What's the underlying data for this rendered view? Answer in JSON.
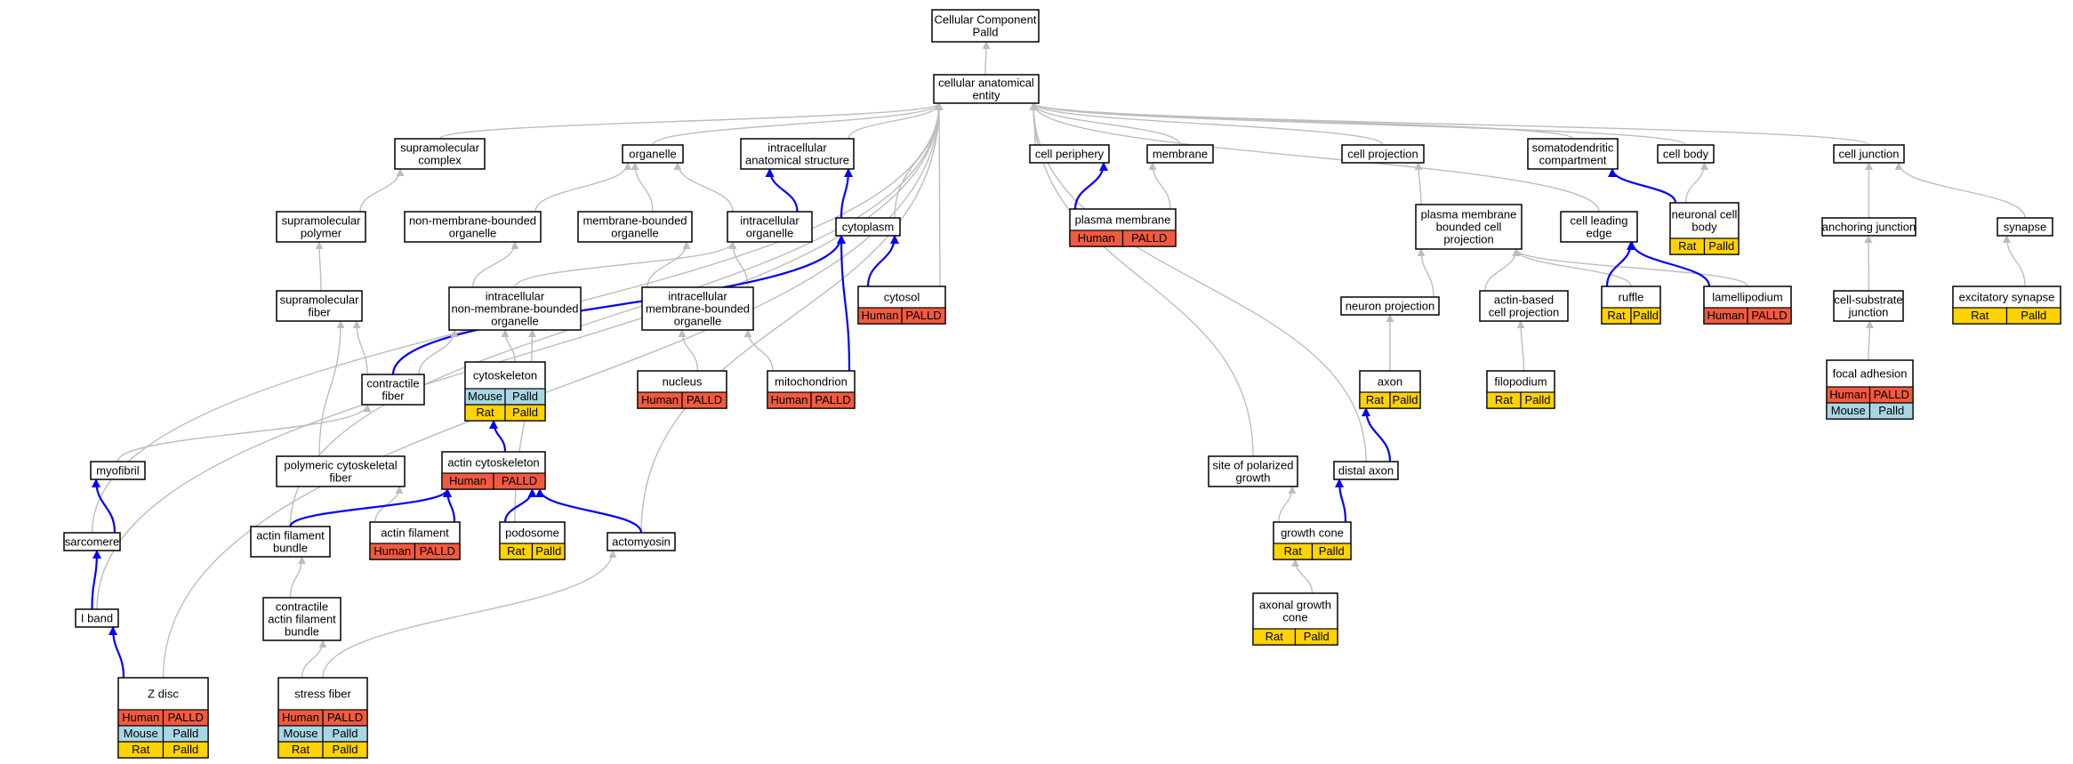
{
  "colors": {
    "human": "#f15a3f",
    "mouse": "#a9d6e5",
    "rat": "#ffd300",
    "edge_gray": "#bdbdbd",
    "edge_blue": "#0000ff"
  },
  "nodes": {
    "root": {
      "lines": [
        "Cellular Component",
        "Palld"
      ]
    },
    "cae": {
      "lines": [
        "cellular anatomical",
        "entity"
      ]
    },
    "supcomplex": {
      "lines": [
        "supramolecular",
        "complex"
      ]
    },
    "organelle": {
      "lines": [
        "organelle"
      ]
    },
    "ias": {
      "lines": [
        "intracellular",
        "anatomical structure"
      ]
    },
    "periphery": {
      "lines": [
        "cell periphery"
      ]
    },
    "membrane": {
      "lines": [
        "membrane"
      ]
    },
    "projection": {
      "lines": [
        "cell projection"
      ]
    },
    "somato": {
      "lines": [
        "somatodendritic",
        "compartment"
      ]
    },
    "cellbody": {
      "lines": [
        "cell body"
      ]
    },
    "junction": {
      "lines": [
        "cell junction"
      ]
    },
    "suppolymer": {
      "lines": [
        "supramolecular",
        "polymer"
      ]
    },
    "nmbo": {
      "lines": [
        "non-membrane-bounded",
        "organelle"
      ]
    },
    "mbo": {
      "lines": [
        "membrane-bounded",
        "organelle"
      ]
    },
    "intorg": {
      "lines": [
        "intracellular",
        "organelle"
      ]
    },
    "cytoplasm": {
      "lines": [
        "cytoplasm"
      ]
    },
    "plasmamem": {
      "lines": [
        "plasma membrane"
      ],
      "species": [
        [
          "Human",
          "PALLD"
        ]
      ]
    },
    "pmbcp": {
      "lines": [
        "plasma membrane",
        "bounded cell",
        "projection"
      ]
    },
    "leading": {
      "lines": [
        "cell leading",
        "edge"
      ]
    },
    "ncb": {
      "lines": [
        "neuronal cell",
        "body"
      ],
      "species": [
        [
          "Rat",
          "Palld"
        ]
      ]
    },
    "anchoring": {
      "lines": [
        "anchoring junction"
      ]
    },
    "synapse": {
      "lines": [
        "synapse"
      ]
    },
    "supfiber": {
      "lines": [
        "supramolecular",
        "fiber"
      ]
    },
    "inmbo": {
      "lines": [
        "intracellular",
        "non-membrane-bounded",
        "organelle"
      ]
    },
    "imbo": {
      "lines": [
        "intracellular",
        "membrane-bounded",
        "organelle"
      ]
    },
    "cytosol": {
      "lines": [
        "cytosol"
      ],
      "species": [
        [
          "Human",
          "PALLD"
        ]
      ]
    },
    "neuronproj": {
      "lines": [
        "neuron projection"
      ]
    },
    "actinproj": {
      "lines": [
        "actin-based",
        "cell projection"
      ]
    },
    "ruffle": {
      "lines": [
        "ruffle"
      ],
      "species": [
        [
          "Rat",
          "Palld"
        ]
      ]
    },
    "lamelli": {
      "lines": [
        "lamellipodium"
      ],
      "species": [
        [
          "Human",
          "PALLD"
        ]
      ]
    },
    "csj": {
      "lines": [
        "cell-substrate",
        "junction"
      ]
    },
    "excsyn": {
      "lines": [
        "excitatory synapse"
      ],
      "species": [
        [
          "Rat",
          "Palld"
        ]
      ]
    },
    "contractile": {
      "lines": [
        "contractile",
        "fiber"
      ]
    },
    "cytoskeleton": {
      "lines": [
        "cytoskeleton"
      ],
      "species": [
        [
          "Mouse",
          "Palld"
        ],
        [
          "Rat",
          "Palld"
        ]
      ]
    },
    "nucleus": {
      "lines": [
        "nucleus"
      ],
      "species": [
        [
          "Human",
          "PALLD"
        ]
      ]
    },
    "mito": {
      "lines": [
        "mitochondrion"
      ],
      "species": [
        [
          "Human",
          "PALLD"
        ]
      ]
    },
    "axon": {
      "lines": [
        "axon"
      ],
      "species": [
        [
          "Rat",
          "Palld"
        ]
      ]
    },
    "filopodium": {
      "lines": [
        "filopodium"
      ],
      "species": [
        [
          "Rat",
          "Palld"
        ]
      ]
    },
    "focal": {
      "lines": [
        "focal adhesion"
      ],
      "species": [
        [
          "Human",
          "PALLD"
        ],
        [
          "Mouse",
          "Palld"
        ]
      ]
    },
    "myofibril": {
      "lines": [
        "myofibril"
      ]
    },
    "pcf": {
      "lines": [
        "polymeric cytoskeletal",
        "fiber"
      ]
    },
    "actincyto": {
      "lines": [
        "actin cytoskeleton"
      ],
      "species": [
        [
          "Human",
          "PALLD"
        ]
      ]
    },
    "spg": {
      "lines": [
        "site of polarized",
        "growth"
      ]
    },
    "distal": {
      "lines": [
        "distal axon"
      ]
    },
    "sarcomere": {
      "lines": [
        "sarcomere"
      ]
    },
    "afb": {
      "lines": [
        "actin filament",
        "bundle"
      ]
    },
    "actinfil": {
      "lines": [
        "actin filament"
      ],
      "species": [
        [
          "Human",
          "PALLD"
        ]
      ]
    },
    "podosome": {
      "lines": [
        "podosome"
      ],
      "species": [
        [
          "Rat",
          "Palld"
        ]
      ]
    },
    "actomyosin": {
      "lines": [
        "actomyosin"
      ]
    },
    "growthcone": {
      "lines": [
        "growth cone"
      ],
      "species": [
        [
          "Rat",
          "Palld"
        ]
      ]
    },
    "iband": {
      "lines": [
        "I band"
      ]
    },
    "cafb": {
      "lines": [
        "contractile",
        "actin filament",
        "bundle"
      ]
    },
    "agc": {
      "lines": [
        "axonal growth",
        "cone"
      ],
      "species": [
        [
          "Rat",
          "Palld"
        ]
      ]
    },
    "zdisc": {
      "lines": [
        "Z disc"
      ],
      "species": [
        [
          "Human",
          "PALLD"
        ],
        [
          "Mouse",
          "Palld"
        ],
        [
          "Rat",
          "Palld"
        ]
      ]
    },
    "stress": {
      "lines": [
        "stress fiber"
      ],
      "species": [
        [
          "Human",
          "PALLD"
        ],
        [
          "Mouse",
          "Palld"
        ],
        [
          "Rat",
          "Palld"
        ]
      ]
    }
  },
  "edges": [
    {
      "from": "cae",
      "to": "root",
      "style": "gray"
    },
    {
      "from": "supcomplex",
      "to": "cae",
      "style": "gray"
    },
    {
      "from": "organelle",
      "to": "cae",
      "style": "gray"
    },
    {
      "from": "ias",
      "to": "cae",
      "style": "gray"
    },
    {
      "from": "periphery",
      "to": "cae",
      "style": "gray"
    },
    {
      "from": "membrane",
      "to": "cae",
      "style": "gray"
    },
    {
      "from": "projection",
      "to": "cae",
      "style": "gray"
    },
    {
      "from": "somato",
      "to": "cae",
      "style": "gray"
    },
    {
      "from": "cellbody",
      "to": "cae",
      "style": "gray"
    },
    {
      "from": "junction",
      "to": "cae",
      "style": "gray"
    },
    {
      "from": "cytoplasm",
      "to": "cae",
      "style": "gray"
    },
    {
      "from": "cytosol",
      "to": "cae",
      "style": "gray"
    },
    {
      "from": "actomyosin",
      "to": "cae",
      "style": "gray"
    },
    {
      "from": "distal",
      "to": "cae",
      "style": "gray"
    },
    {
      "from": "spg",
      "to": "cae",
      "style": "gray"
    },
    {
      "from": "zdisc",
      "to": "cae",
      "style": "gray"
    },
    {
      "from": "afb",
      "to": "cae",
      "style": "gray"
    },
    {
      "from": "sarcomere",
      "to": "cae",
      "style": "gray"
    },
    {
      "from": "iband",
      "to": "cae",
      "style": "gray"
    },
    {
      "from": "leading",
      "to": "cae",
      "style": "gray"
    },
    {
      "from": "suppolymer",
      "to": "supcomplex",
      "style": "gray"
    },
    {
      "from": "nmbo",
      "to": "organelle",
      "style": "gray"
    },
    {
      "from": "mbo",
      "to": "organelle",
      "style": "gray"
    },
    {
      "from": "intorg",
      "to": "organelle",
      "style": "gray"
    },
    {
      "from": "intorg",
      "to": "ias",
      "style": "blue"
    },
    {
      "from": "cytoplasm",
      "to": "ias",
      "style": "blue"
    },
    {
      "from": "plasmamem",
      "to": "periphery",
      "style": "blue"
    },
    {
      "from": "plasmamem",
      "to": "membrane",
      "style": "gray"
    },
    {
      "from": "pmbcp",
      "to": "projection",
      "style": "gray"
    },
    {
      "from": "ncb",
      "to": "somato",
      "style": "blue"
    },
    {
      "from": "ncb",
      "to": "cellbody",
      "style": "gray"
    },
    {
      "from": "anchoring",
      "to": "junction",
      "style": "gray"
    },
    {
      "from": "synapse",
      "to": "junction",
      "style": "gray"
    },
    {
      "from": "supfiber",
      "to": "suppolymer",
      "style": "gray"
    },
    {
      "from": "inmbo",
      "to": "nmbo",
      "style": "gray"
    },
    {
      "from": "inmbo",
      "to": "intorg",
      "style": "gray"
    },
    {
      "from": "imbo",
      "to": "mbo",
      "style": "gray"
    },
    {
      "from": "imbo",
      "to": "intorg",
      "style": "gray"
    },
    {
      "from": "cytosol",
      "to": "cytoplasm",
      "style": "blue"
    },
    {
      "from": "mito",
      "to": "cytoplasm",
      "style": "blue"
    },
    {
      "from": "contractile",
      "to": "cytoplasm",
      "style": "blue"
    },
    {
      "from": "neuronproj",
      "to": "pmbcp",
      "style": "gray"
    },
    {
      "from": "actinproj",
      "to": "pmbcp",
      "style": "gray"
    },
    {
      "from": "ruffle",
      "to": "pmbcp",
      "style": "gray"
    },
    {
      "from": "lamelli",
      "to": "pmbcp",
      "style": "gray"
    },
    {
      "from": "ruffle",
      "to": "leading",
      "style": "blue"
    },
    {
      "from": "lamelli",
      "to": "leading",
      "style": "blue"
    },
    {
      "from": "csj",
      "to": "anchoring",
      "style": "gray"
    },
    {
      "from": "excsyn",
      "to": "synapse",
      "style": "gray"
    },
    {
      "from": "contractile",
      "to": "supfiber",
      "style": "gray"
    },
    {
      "from": "pcf",
      "to": "supfiber",
      "style": "gray"
    },
    {
      "from": "contractile",
      "to": "inmbo",
      "style": "gray"
    },
    {
      "from": "cytoskeleton",
      "to": "inmbo",
      "style": "gray"
    },
    {
      "from": "podosome",
      "to": "inmbo",
      "style": "gray"
    },
    {
      "from": "nucleus",
      "to": "imbo",
      "style": "gray"
    },
    {
      "from": "mito",
      "to": "imbo",
      "style": "gray"
    },
    {
      "from": "axon",
      "to": "neuronproj",
      "style": "gray"
    },
    {
      "from": "filopodium",
      "to": "actinproj",
      "style": "gray"
    },
    {
      "from": "focal",
      "to": "csj",
      "style": "gray"
    },
    {
      "from": "myofibril",
      "to": "contractile",
      "style": "gray"
    },
    {
      "from": "actincyto",
      "to": "cytoskeleton",
      "style": "blue"
    },
    {
      "from": "distal",
      "to": "axon",
      "style": "blue"
    },
    {
      "from": "sarcomere",
      "to": "myofibril",
      "style": "blue"
    },
    {
      "from": "actinfil",
      "to": "pcf",
      "style": "gray"
    },
    {
      "from": "afb",
      "to": "actincyto",
      "style": "blue"
    },
    {
      "from": "actinfil",
      "to": "actincyto",
      "style": "blue"
    },
    {
      "from": "podosome",
      "to": "actincyto",
      "style": "blue"
    },
    {
      "from": "actomyosin",
      "to": "actincyto",
      "style": "blue"
    },
    {
      "from": "growthcone",
      "to": "spg",
      "style": "gray"
    },
    {
      "from": "growthcone",
      "to": "distal",
      "style": "blue"
    },
    {
      "from": "iband",
      "to": "sarcomere",
      "style": "blue"
    },
    {
      "from": "cafb",
      "to": "afb",
      "style": "gray"
    },
    {
      "from": "agc",
      "to": "growthcone",
      "style": "gray"
    },
    {
      "from": "zdisc",
      "to": "iband",
      "style": "blue"
    },
    {
      "from": "stress",
      "to": "cafb",
      "style": "gray"
    },
    {
      "from": "stress",
      "to": "actomyosin",
      "style": "gray"
    }
  ]
}
